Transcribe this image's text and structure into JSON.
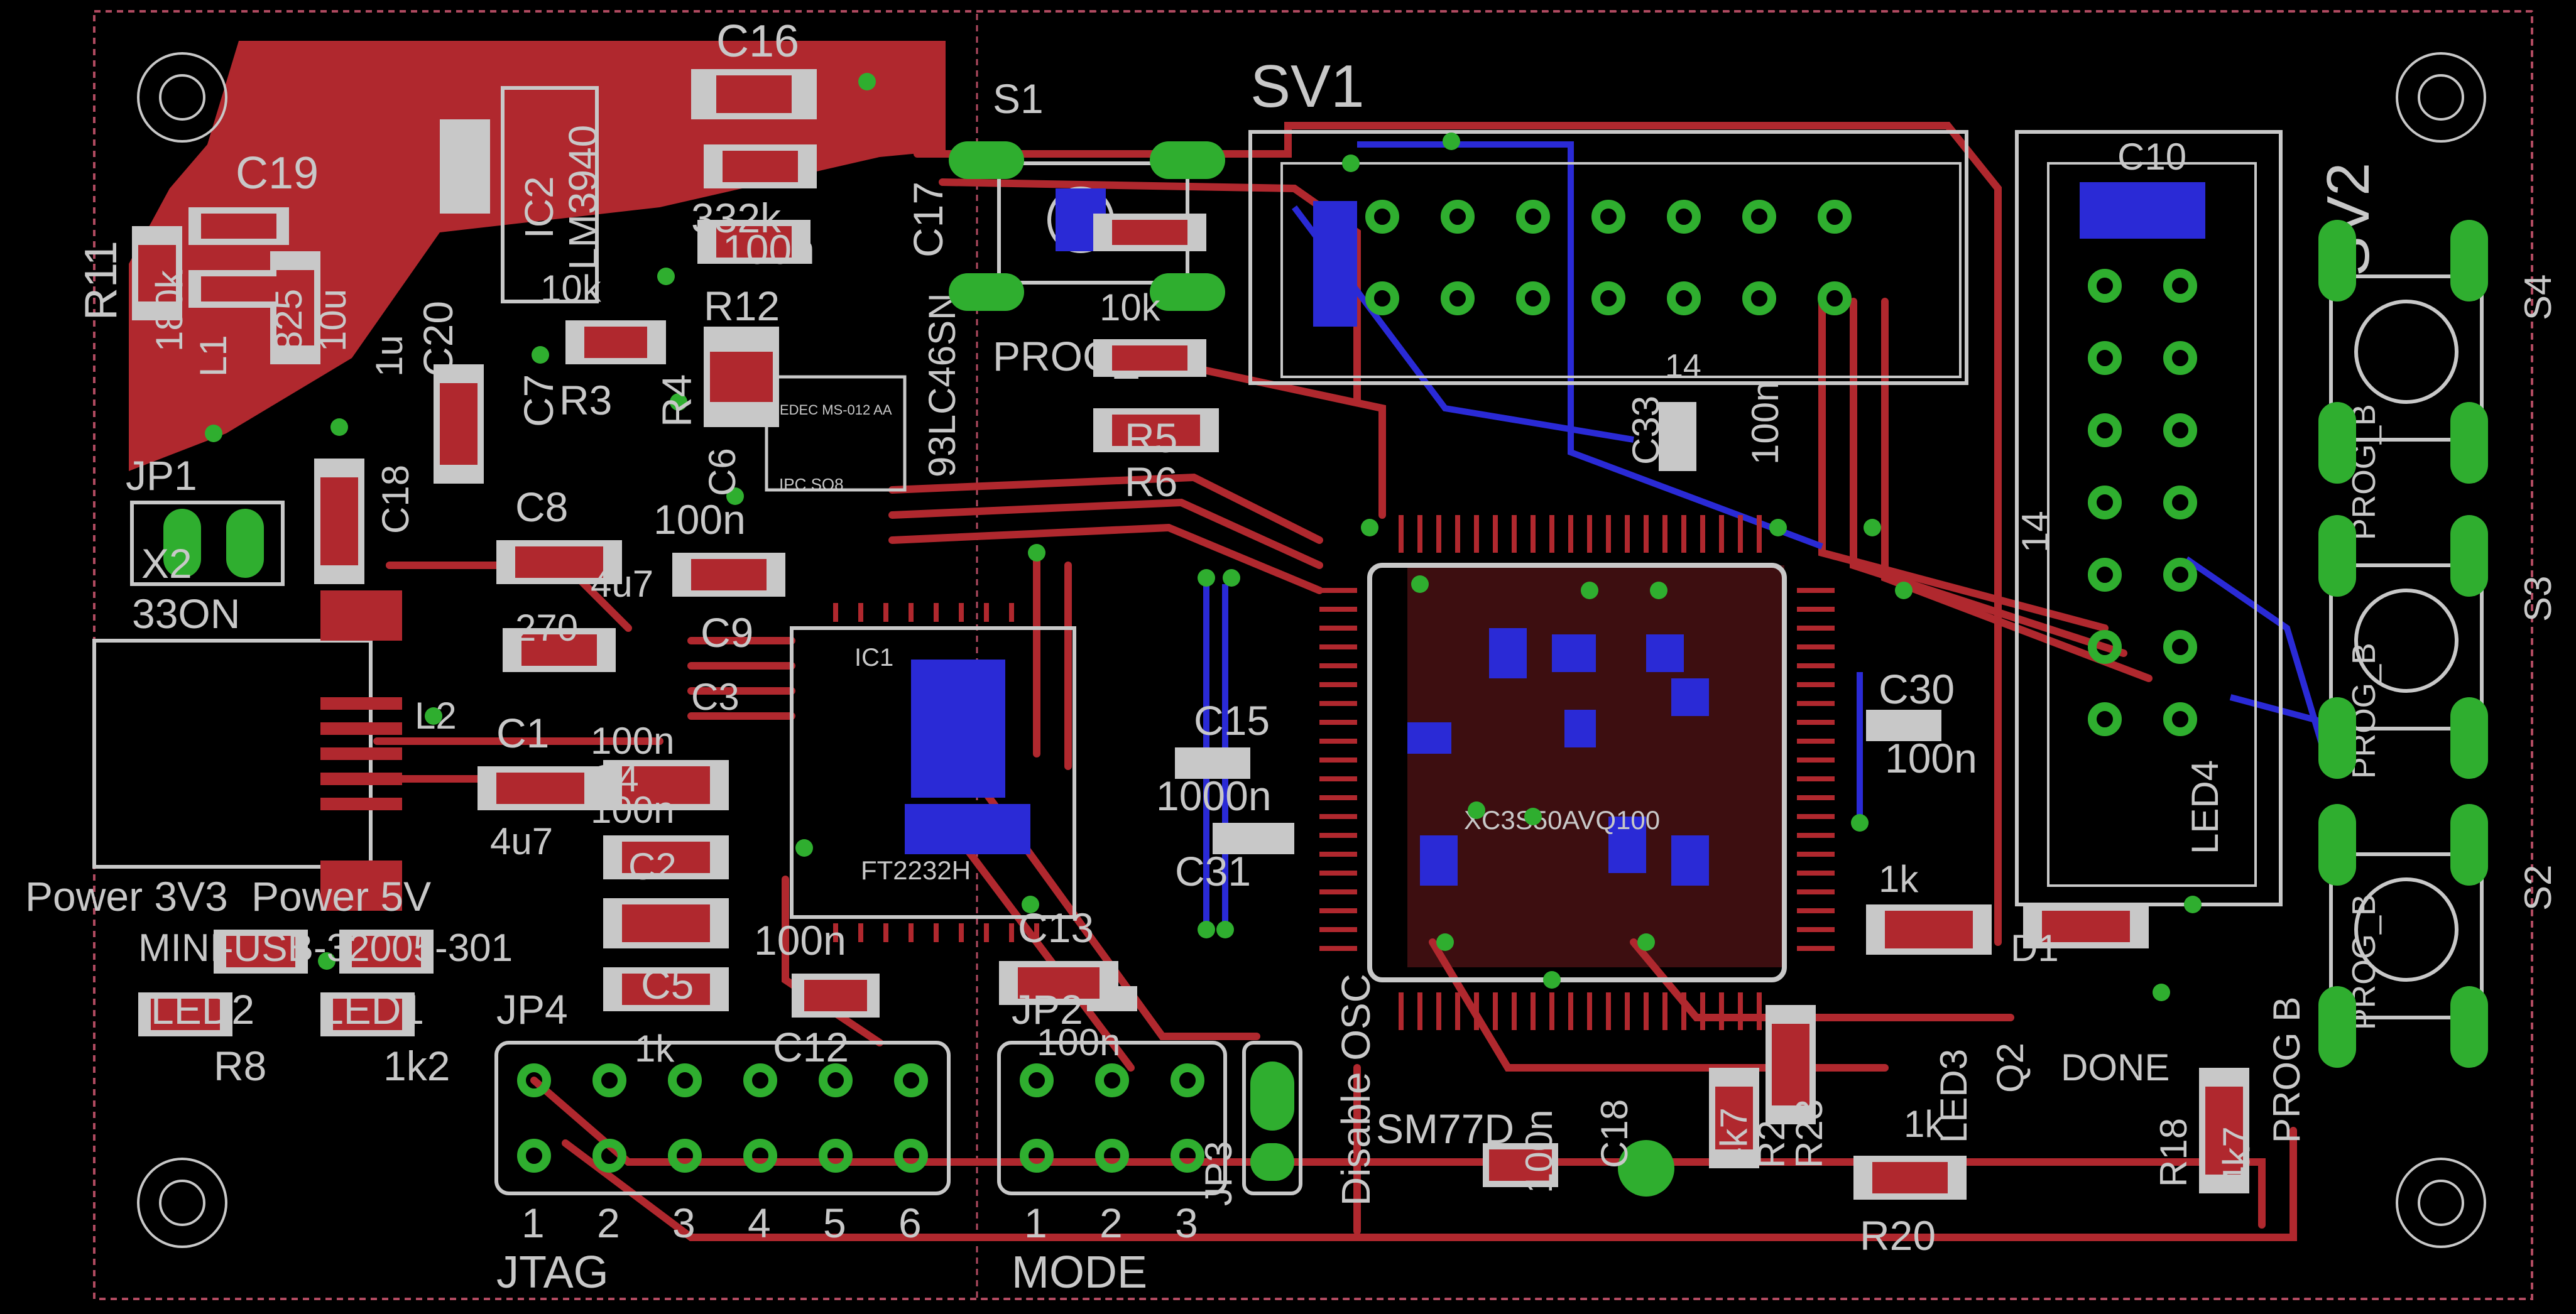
{
  "view": {
    "title": "",
    "layers": {
      "top_copper": "#b0282e",
      "bottom_copper": "#2a2ad6",
      "silkscreen": "#c8c8c8",
      "pads_vias": "#2fae2f",
      "background": "#000000",
      "outline_dashed": "#b04a60"
    }
  },
  "headers": {
    "jtag": {
      "name": "JTAG",
      "ref": "JP4",
      "pins": [
        "1",
        "2",
        "3",
        "4",
        "5",
        "6"
      ]
    },
    "mode": {
      "name": "MODE",
      "ref": "JP2",
      "pins": [
        "1",
        "2",
        "3"
      ]
    },
    "sv1": "SV1",
    "sv2": "SV2",
    "jp1": "JP1",
    "jp3": "JP3"
  },
  "ics": {
    "ic1": {
      "ref": "IC1",
      "value": "FT2232H"
    },
    "ic2": {
      "ref": "IC2",
      "value": "LM3940"
    },
    "fpga": {
      "value": "XC3S50AVQ100"
    },
    "eeprom": {
      "value": "93LC46SN",
      "pkg_top": "JEDEC MS-012 AA",
      "pkg_bottom": "IPC SO8"
    },
    "osc": {
      "value": "SM77D"
    },
    "usb": {
      "value": "MINI-USB-32005-301"
    }
  },
  "switches": {
    "s1": "S1",
    "s2": "S2",
    "s3": "S3",
    "s4": "S4",
    "prog_b": "PROG_B",
    "prog_b_net": "PROG B",
    "done": "DONE",
    "disable_osc": "Disable OSC"
  },
  "leds": {
    "led1": "LED1",
    "led2": "LED2",
    "led3": "LED3",
    "led4": "LED4",
    "power_3v3": "Power 3V3",
    "power_5v": "Power 5V",
    "label_x2": "X2",
    "label_33on": "33ON"
  },
  "parts": {
    "c16": "C16",
    "c19": "C19",
    "c17": "C17",
    "c20": "C20",
    "c7": "C7",
    "c8": "C8",
    "c9": "C9",
    "c1": "C1",
    "c2": "C2",
    "c3": "C3",
    "c4": "C4",
    "c5": "C5",
    "c12": "C12",
    "c13": "C13",
    "c15": "C15",
    "c30": "C30",
    "c31": "C31",
    "c10": "C10",
    "c33": "C33",
    "c18": "C18",
    "c6": "C6",
    "r11": "R11",
    "r12": "R12",
    "r3": "R3",
    "r4": "R4",
    "r5": "R5",
    "r6": "R6",
    "r8": "R8",
    "r20": "R20",
    "r18": "R18",
    "r2": "R2",
    "r23": "R23",
    "l1": "L1",
    "l2": "L2",
    "q2": "Q2",
    "d1": "D1"
  },
  "values": {
    "v100n": "100n",
    "v10k": "10k",
    "v1k": "1k",
    "v1k2": "1k2",
    "v4k7": "4k7",
    "v4u7": "4u7",
    "v270": "270",
    "v332k": "332k",
    "v180k": "180k",
    "v10u": "10u",
    "v1u": "1u",
    "v825": "825",
    "v1000n": "1000n",
    "v14": "14"
  }
}
